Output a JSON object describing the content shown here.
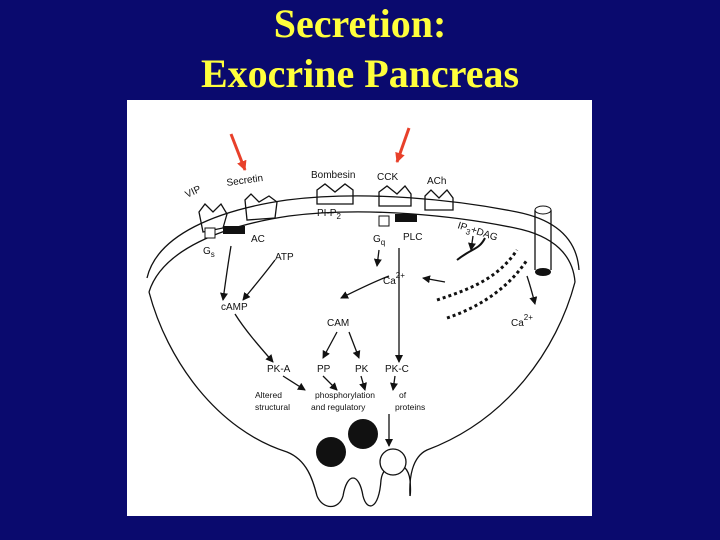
{
  "slide": {
    "title_line1": "Secretion:",
    "title_line2": "Exocrine Pancreas",
    "background": "#0a0a6e",
    "title_color": "#ffff3c"
  },
  "diagram": {
    "receptors": {
      "vip": "VIP",
      "secretin": "Secretin",
      "bombesin": "Bombesin",
      "cck": "CCK",
      "ach": "ACh"
    },
    "membrane_labels": {
      "pip2": "PI-P",
      "pip2_sub": "2",
      "gs": "G",
      "gs_sub": "s",
      "ac": "AC",
      "gq": "G",
      "gq_sub": "q",
      "plc": "PLC",
      "ip3": "IP",
      "ip3_sub": "3",
      "dag": "+DAG"
    },
    "intracellular": {
      "atp": "ATP",
      "camp": "cAMP",
      "ca_top": "Ca",
      "ca_top_sup": "2+",
      "ca_right": "Ca",
      "ca_right_sup": "2+",
      "cam": "CAM",
      "pka": "PK-A",
      "pp": "PP",
      "pk": "PK",
      "pkc": "PK-C"
    },
    "caption": {
      "line1_col1": "Altered",
      "line1_col2": "phosphorylation",
      "line1_col3": "of",
      "line2_col1": "structural",
      "line2_col2": "and regulatory",
      "line2_col3": "proteins"
    },
    "arrow_color": "#e8402a",
    "arrows_marking": [
      "secretin-receptor",
      "cck-receptor"
    ]
  }
}
